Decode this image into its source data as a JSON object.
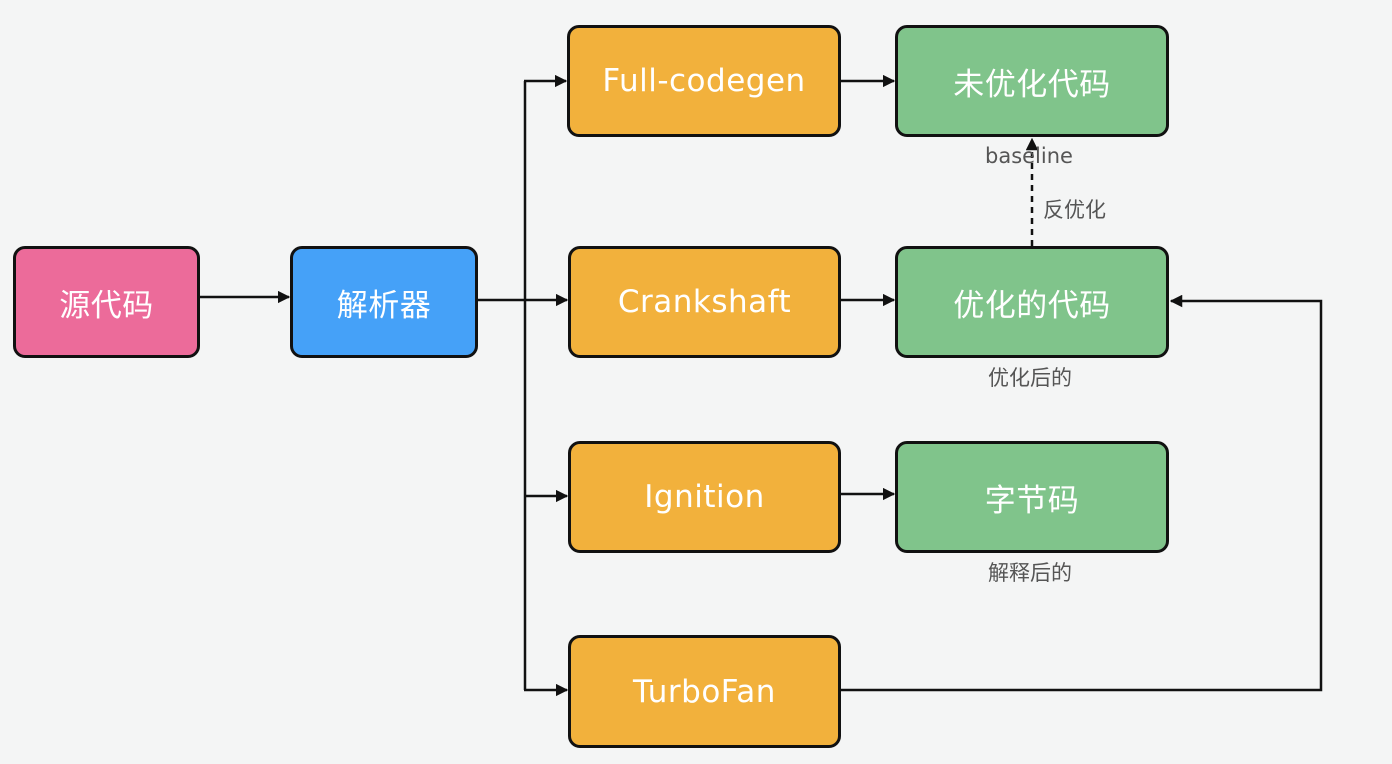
{
  "colors": {
    "source": "#ec6b9a",
    "parser": "#45a1f8",
    "compiler": "#f2b13c",
    "output": "#80c48b",
    "edge": "#111111",
    "background": "#f4f5f5"
  },
  "nodes": {
    "source_code": "源代码",
    "parser": "解析器",
    "full_codegen": "Full-codegen",
    "crankshaft": "Crankshaft",
    "ignition": "Ignition",
    "turbofan": "TurboFan",
    "unoptimized_code": "未优化代码",
    "optimized_code": "优化的代码",
    "bytecode": "字节码"
  },
  "labels": {
    "baseline": "baseline",
    "deoptimize": "反优化",
    "after_optimization": "优化后的",
    "after_interpretation": "解释后的"
  }
}
